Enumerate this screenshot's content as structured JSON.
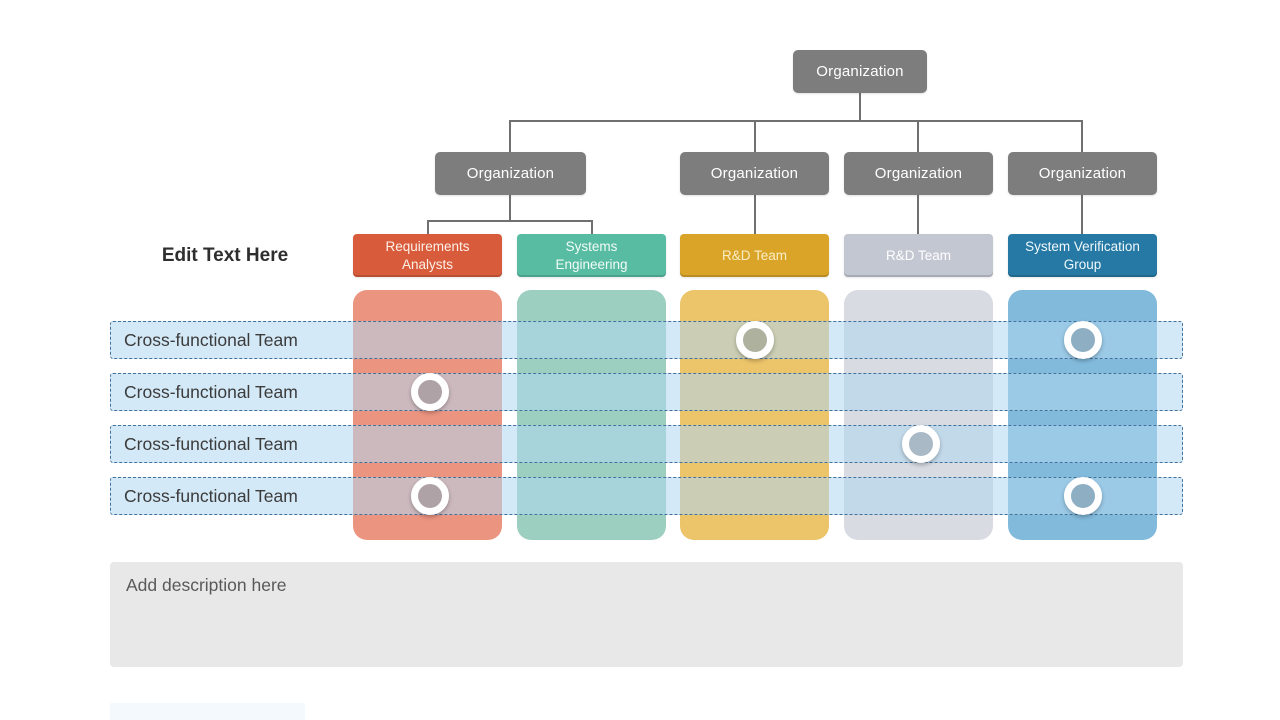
{
  "canvas": {
    "background": "#ffffff",
    "footer_strip_color": "#f3f9fd"
  },
  "org_chart": {
    "connector_color": "#707070",
    "root": {
      "label": "Organization",
      "color": "#7d7d7d",
      "text_color": "#ffffff"
    },
    "level2": [
      {
        "label": "Organization",
        "color": "#7d7d7d"
      },
      {
        "label": "Organization",
        "color": "#7d7d7d"
      },
      {
        "label": "Organization",
        "color": "#7d7d7d"
      },
      {
        "label": "Organization",
        "color": "#7d7d7d"
      }
    ],
    "teams": [
      {
        "label": "Requirements Analysts",
        "color": "#d85c3b",
        "text_color": "#fdf0e9",
        "column_color": "#eb9480"
      },
      {
        "label": "Systems Engineering",
        "color": "#58bca2",
        "text_color": "#f2fbf8",
        "column_color": "#9ccfc0"
      },
      {
        "label": "R&D Team",
        "color": "#d9a427",
        "text_color": "#faeec6",
        "column_color": "#ecc46a"
      },
      {
        "label": "R&D Team",
        "color": "#c3c7d1",
        "text_color": "#ffffff",
        "column_color": "#d8dbe2"
      },
      {
        "label": "System Verification Group",
        "color": "#2679a4",
        "text_color": "#f0f8fc",
        "column_color": "#82badc"
      }
    ]
  },
  "matrix": {
    "side_label": "Edit Text Here",
    "row_fill": "rgba(177,215,240,0.55)",
    "row_border_color": "#43719b",
    "rows": [
      {
        "label": "Cross-functional Team"
      },
      {
        "label": "Cross-functional Team"
      },
      {
        "label": "Cross-functional Team"
      },
      {
        "label": "Cross-functional Team"
      }
    ],
    "markers": [
      {
        "row": 1,
        "team": 3
      },
      {
        "row": 1,
        "team": 5
      },
      {
        "row": 2,
        "team": 1
      },
      {
        "row": 3,
        "team": 4
      },
      {
        "row": 4,
        "team": 1
      },
      {
        "row": 4,
        "team": 5
      }
    ]
  },
  "description": {
    "text": "Add description here",
    "background": "#e8e8e8",
    "text_color": "#595959"
  }
}
